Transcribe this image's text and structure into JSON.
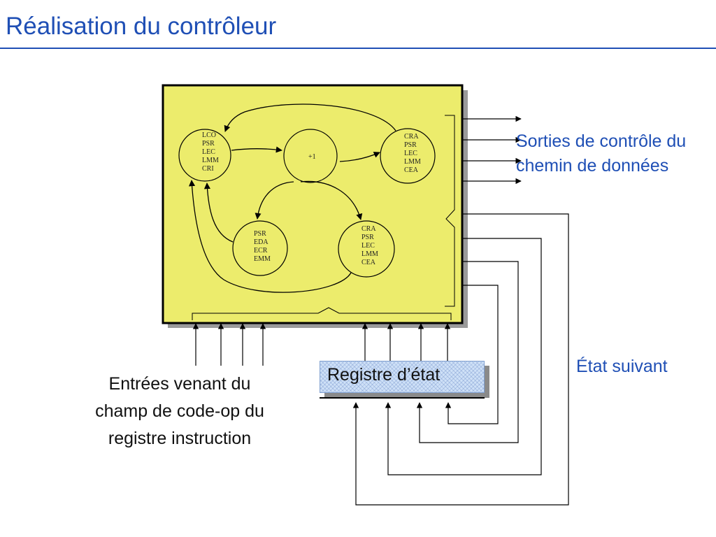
{
  "title": "Réalisation du contrôleur",
  "states": [
    {
      "id": "s1",
      "lines": [
        "LCO",
        "PSR",
        "LEC",
        "LMM",
        "CRI"
      ]
    },
    {
      "id": "s2",
      "lines": [
        "+1"
      ]
    },
    {
      "id": "s3",
      "lines": [
        "CRA",
        "PSR",
        "LEC",
        "LMM",
        "CEA"
      ]
    },
    {
      "id": "s4",
      "lines": [
        "PSR",
        "EDA",
        "ECR",
        "EMM"
      ]
    },
    {
      "id": "s5",
      "lines": [
        "CRA",
        "PSR",
        "LEC",
        "LMM",
        "CEA"
      ]
    }
  ],
  "labels": {
    "outputs_line1": "Sorties de contrôle du",
    "outputs_line2": "chemin de données",
    "next_state": "État suivant",
    "inputs_line1": "Entrées venant du",
    "inputs_line2": "champ de code-op du",
    "inputs_line3": "registre instruction",
    "state_register": "Registre d’état"
  },
  "colors": {
    "title": "#1f4fb5",
    "controller_fill": "#ecec6c",
    "register_fill": "#cfe1f7"
  }
}
